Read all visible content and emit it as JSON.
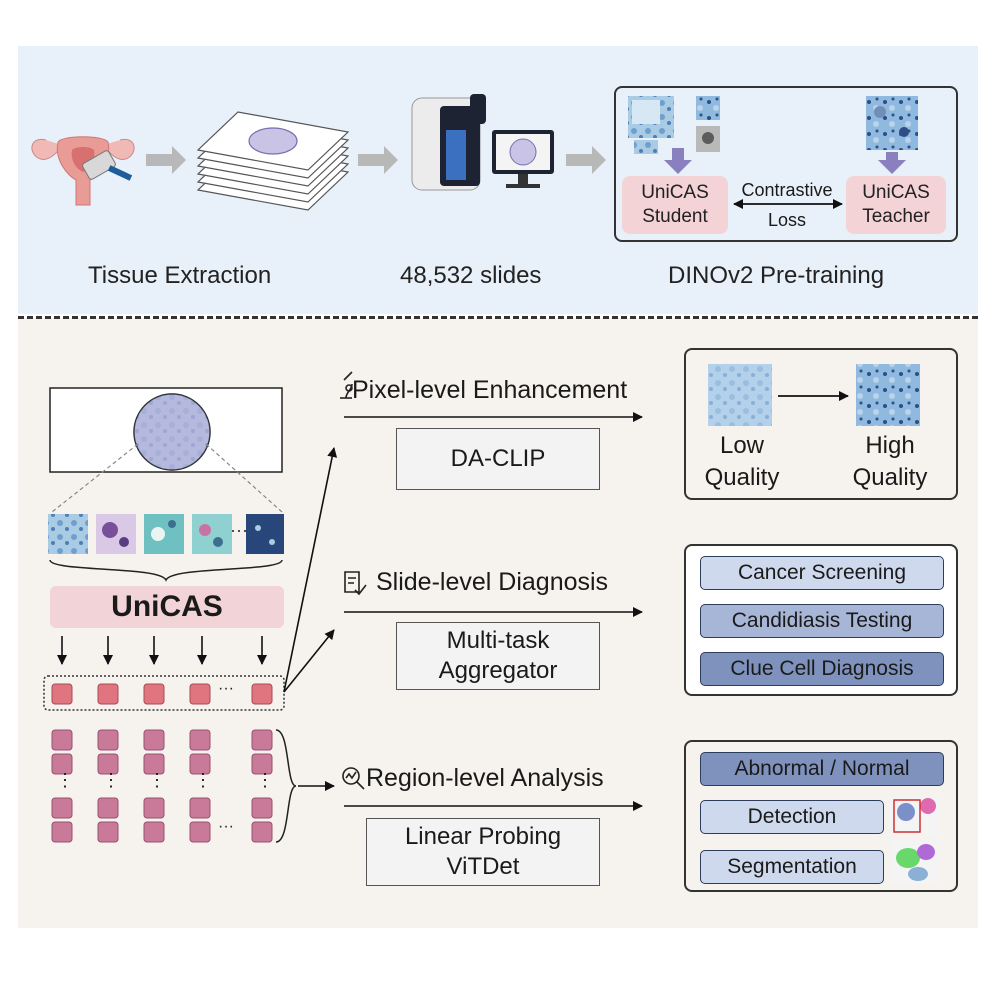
{
  "top": {
    "captions": {
      "tissue": "Tissue Extraction",
      "slides": "48,532  slides",
      "pretrain": "DINOv2 Pre-training"
    },
    "pretrain_box": {
      "student": [
        "UniCAS",
        "Student"
      ],
      "teacher": [
        "UniCAS",
        "Teacher"
      ],
      "loss": [
        "Contrastive",
        "Loss"
      ]
    }
  },
  "bottom": {
    "encoder_label": "UniCAS",
    "ellipsis": "···",
    "vertical_dots": "⋮",
    "tasks": [
      {
        "icon": "microscope-icon",
        "title": "Pixel-level  Enhancement",
        "methods": [
          "DA-CLIP"
        ]
      },
      {
        "icon": "document-check-icon",
        "title": "Slide-level  Diagnosis",
        "methods": [
          "Multi-task",
          "Aggregator"
        ]
      },
      {
        "icon": "magnify-chart-icon",
        "title": "Region-level  Analysis",
        "methods": [
          "Linear  Probing",
          "ViTDet"
        ]
      }
    ],
    "quality": {
      "low": [
        "Low",
        "Quality"
      ],
      "high": [
        "High",
        "Quality"
      ]
    },
    "slide_tasks": [
      "Cancer Screening",
      "Candidiasis Testing",
      "Clue Cell Diagnosis"
    ],
    "region_tasks": [
      "Abnormal / Normal",
      "Detection",
      "Segmentation"
    ],
    "colors": {
      "top_bg": "#e8f0f9",
      "bottom_bg": "#f6f2ee",
      "pink": "#f3d3d6",
      "token": "#e07580",
      "feature": "#c87a98",
      "arrow_purple": "#8a80c0",
      "pill_light": "#cfd9ee",
      "pill_mid": "#a7b6d6",
      "pill_dark": "#7f92bd"
    }
  }
}
